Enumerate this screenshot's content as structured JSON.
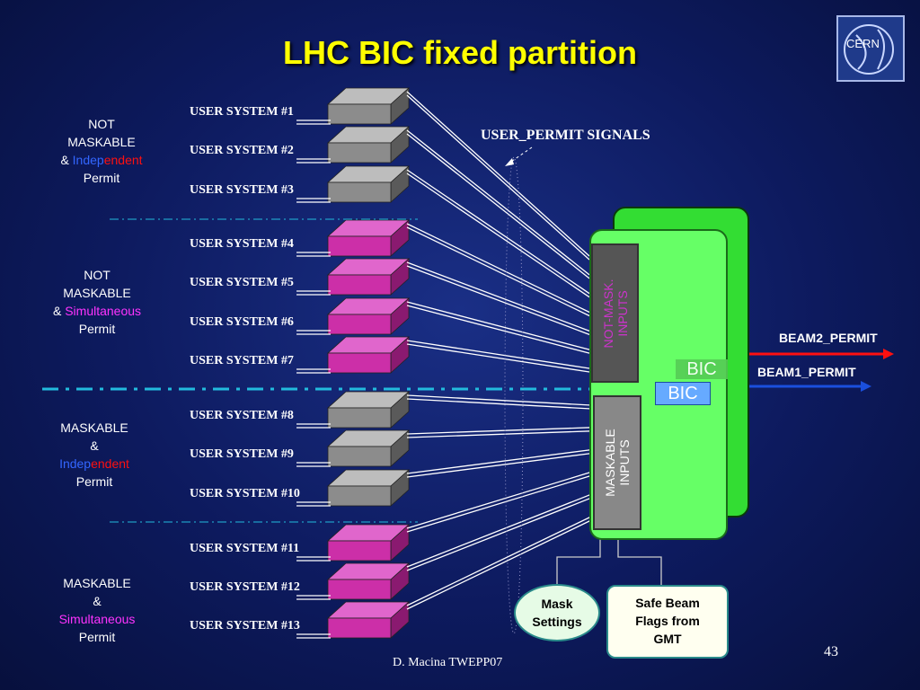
{
  "title": "LHC BIC fixed partition",
  "logo_text": "CERN",
  "groups": [
    {
      "line1": "NOT",
      "line2": "MASKABLE",
      "prefix": "& ",
      "type_a": "Indep",
      "type_b": "endent",
      "suffix": "Permit"
    },
    {
      "line1": "NOT",
      "line2": "MASKABLE",
      "prefix": "& ",
      "type_a": "Simultaneous",
      "type_b": "",
      "suffix": "Permit"
    },
    {
      "line1": "MASKABLE",
      "line2": "&",
      "prefix": "",
      "type_a": "Indep",
      "type_b": "endent",
      "suffix": "Permit"
    },
    {
      "line1": "MASKABLE",
      "line2": "&",
      "prefix": "",
      "type_a": "Simultaneous",
      "type_b": "",
      "suffix": "Permit"
    }
  ],
  "user_systems": [
    {
      "label": "USER SYSTEM #1",
      "color": "gray"
    },
    {
      "label": "USER SYSTEM #2",
      "color": "gray"
    },
    {
      "label": "USER SYSTEM #3",
      "color": "gray"
    },
    {
      "label": "USER SYSTEM #4",
      "color": "magenta"
    },
    {
      "label": "USER SYSTEM #5",
      "color": "magenta"
    },
    {
      "label": "USER SYSTEM #6",
      "color": "magenta"
    },
    {
      "label": "USER SYSTEM #7",
      "color": "magenta"
    },
    {
      "label": "USER SYSTEM #8",
      "color": "gray"
    },
    {
      "label": "USER SYSTEM #9",
      "color": "gray"
    },
    {
      "label": "USER SYSTEM #10",
      "color": "gray"
    },
    {
      "label": "USER SYSTEM #11",
      "color": "magenta"
    },
    {
      "label": "USER SYSTEM #12",
      "color": "magenta"
    },
    {
      "label": "USER SYSTEM #13",
      "color": "magenta"
    }
  ],
  "user_permit_signals": "USER_PERMIT SIGNALS",
  "not_mask_inputs": {
    "line1": "NOT-MASK.",
    "line2": "INPUTS"
  },
  "maskable_inputs": {
    "line1": "MASKABLE",
    "line2": "INPUTS"
  },
  "bic_label": "BIC",
  "bic_label_back": "BIC",
  "beam2": "BEAM2_PERMIT",
  "beam1": "BEAM1_PERMIT",
  "mask_settings": {
    "line1": "Mask",
    "line2": "Settings"
  },
  "safe_beam": {
    "line1": "Safe Beam",
    "line2": "Flags  from",
    "line3": "GMT"
  },
  "footer": "D. Macina TWEPP07",
  "page_number": "43",
  "colors": {
    "title": "#ffff00",
    "gray_box": "#8c8c8c",
    "magenta_box": "#cc2fa8",
    "bic_green": "#66ff66",
    "beam2": "#ff1010",
    "beam1": "#1a4fdd",
    "divider": "#22bbdd"
  }
}
